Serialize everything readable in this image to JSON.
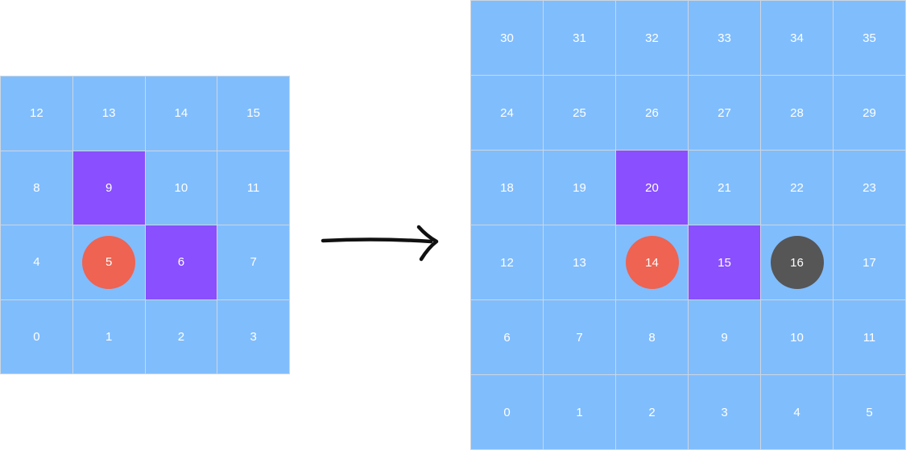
{
  "colors": {
    "cell": "#80bdfd",
    "highlight": "#8a4fff",
    "red_circle": "#ee6352",
    "dark_circle": "#565656"
  },
  "small_grid": {
    "rows": [
      [
        {
          "label": "12"
        },
        {
          "label": "13"
        },
        {
          "label": "14"
        },
        {
          "label": "15"
        }
      ],
      [
        {
          "label": "8"
        },
        {
          "label": "9",
          "highlight": true
        },
        {
          "label": "10"
        },
        {
          "label": "11"
        }
      ],
      [
        {
          "label": "4"
        },
        {
          "label": "5",
          "circle": "red"
        },
        {
          "label": "6",
          "highlight": true
        },
        {
          "label": "7"
        }
      ],
      [
        {
          "label": "0"
        },
        {
          "label": "1"
        },
        {
          "label": "2"
        },
        {
          "label": "3"
        }
      ]
    ]
  },
  "large_grid": {
    "rows": [
      [
        {
          "label": "30"
        },
        {
          "label": "31"
        },
        {
          "label": "32"
        },
        {
          "label": "33"
        },
        {
          "label": "34"
        },
        {
          "label": "35"
        }
      ],
      [
        {
          "label": "24"
        },
        {
          "label": "25"
        },
        {
          "label": "26"
        },
        {
          "label": "27"
        },
        {
          "label": "28"
        },
        {
          "label": "29"
        }
      ],
      [
        {
          "label": "18"
        },
        {
          "label": "19"
        },
        {
          "label": "20",
          "highlight": true
        },
        {
          "label": "21"
        },
        {
          "label": "22"
        },
        {
          "label": "23"
        }
      ],
      [
        {
          "label": "12"
        },
        {
          "label": "13"
        },
        {
          "label": "14",
          "circle": "red"
        },
        {
          "label": "15",
          "highlight": true
        },
        {
          "label": "16",
          "circle": "dark"
        },
        {
          "label": "17"
        }
      ],
      [
        {
          "label": "6"
        },
        {
          "label": "7"
        },
        {
          "label": "8"
        },
        {
          "label": "9"
        },
        {
          "label": "10"
        },
        {
          "label": "11"
        }
      ],
      [
        {
          "label": "0"
        },
        {
          "label": "1"
        },
        {
          "label": "2"
        },
        {
          "label": "3"
        },
        {
          "label": "4"
        },
        {
          "label": "5"
        }
      ]
    ]
  },
  "arrow": {
    "icon": "arrow-right-icon"
  }
}
